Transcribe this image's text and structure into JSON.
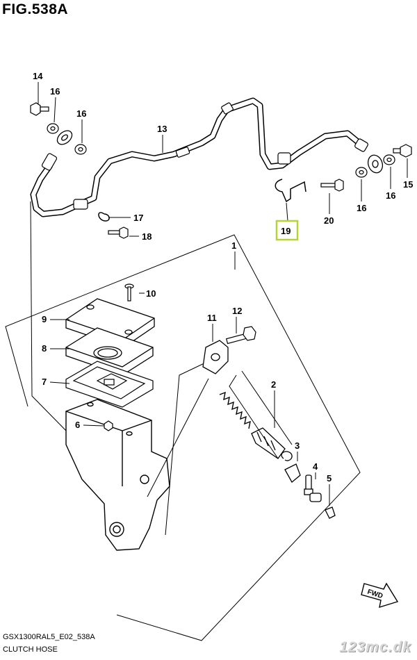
{
  "figure": {
    "title": "FIG.538A",
    "code": "GSX1300RAL5_E02_538A",
    "name": "CLUTCH HOSE",
    "watermark": "123mc.dk",
    "fwd_label": "FWD",
    "highlight_color": "#b5d334"
  },
  "callouts": {
    "c1": "1",
    "c2": "2",
    "c3": "3",
    "c4": "4",
    "c5": "5",
    "c6": "6",
    "c7": "7",
    "c8": "8",
    "c9": "9",
    "c10": "10",
    "c11": "11",
    "c12": "12",
    "c13": "13",
    "c14": "14",
    "c15": "15",
    "c16a": "16",
    "c16b": "16",
    "c16c": "16",
    "c16d": "16",
    "c17": "17",
    "c18": "18",
    "c19": "19",
    "c20": "20"
  }
}
